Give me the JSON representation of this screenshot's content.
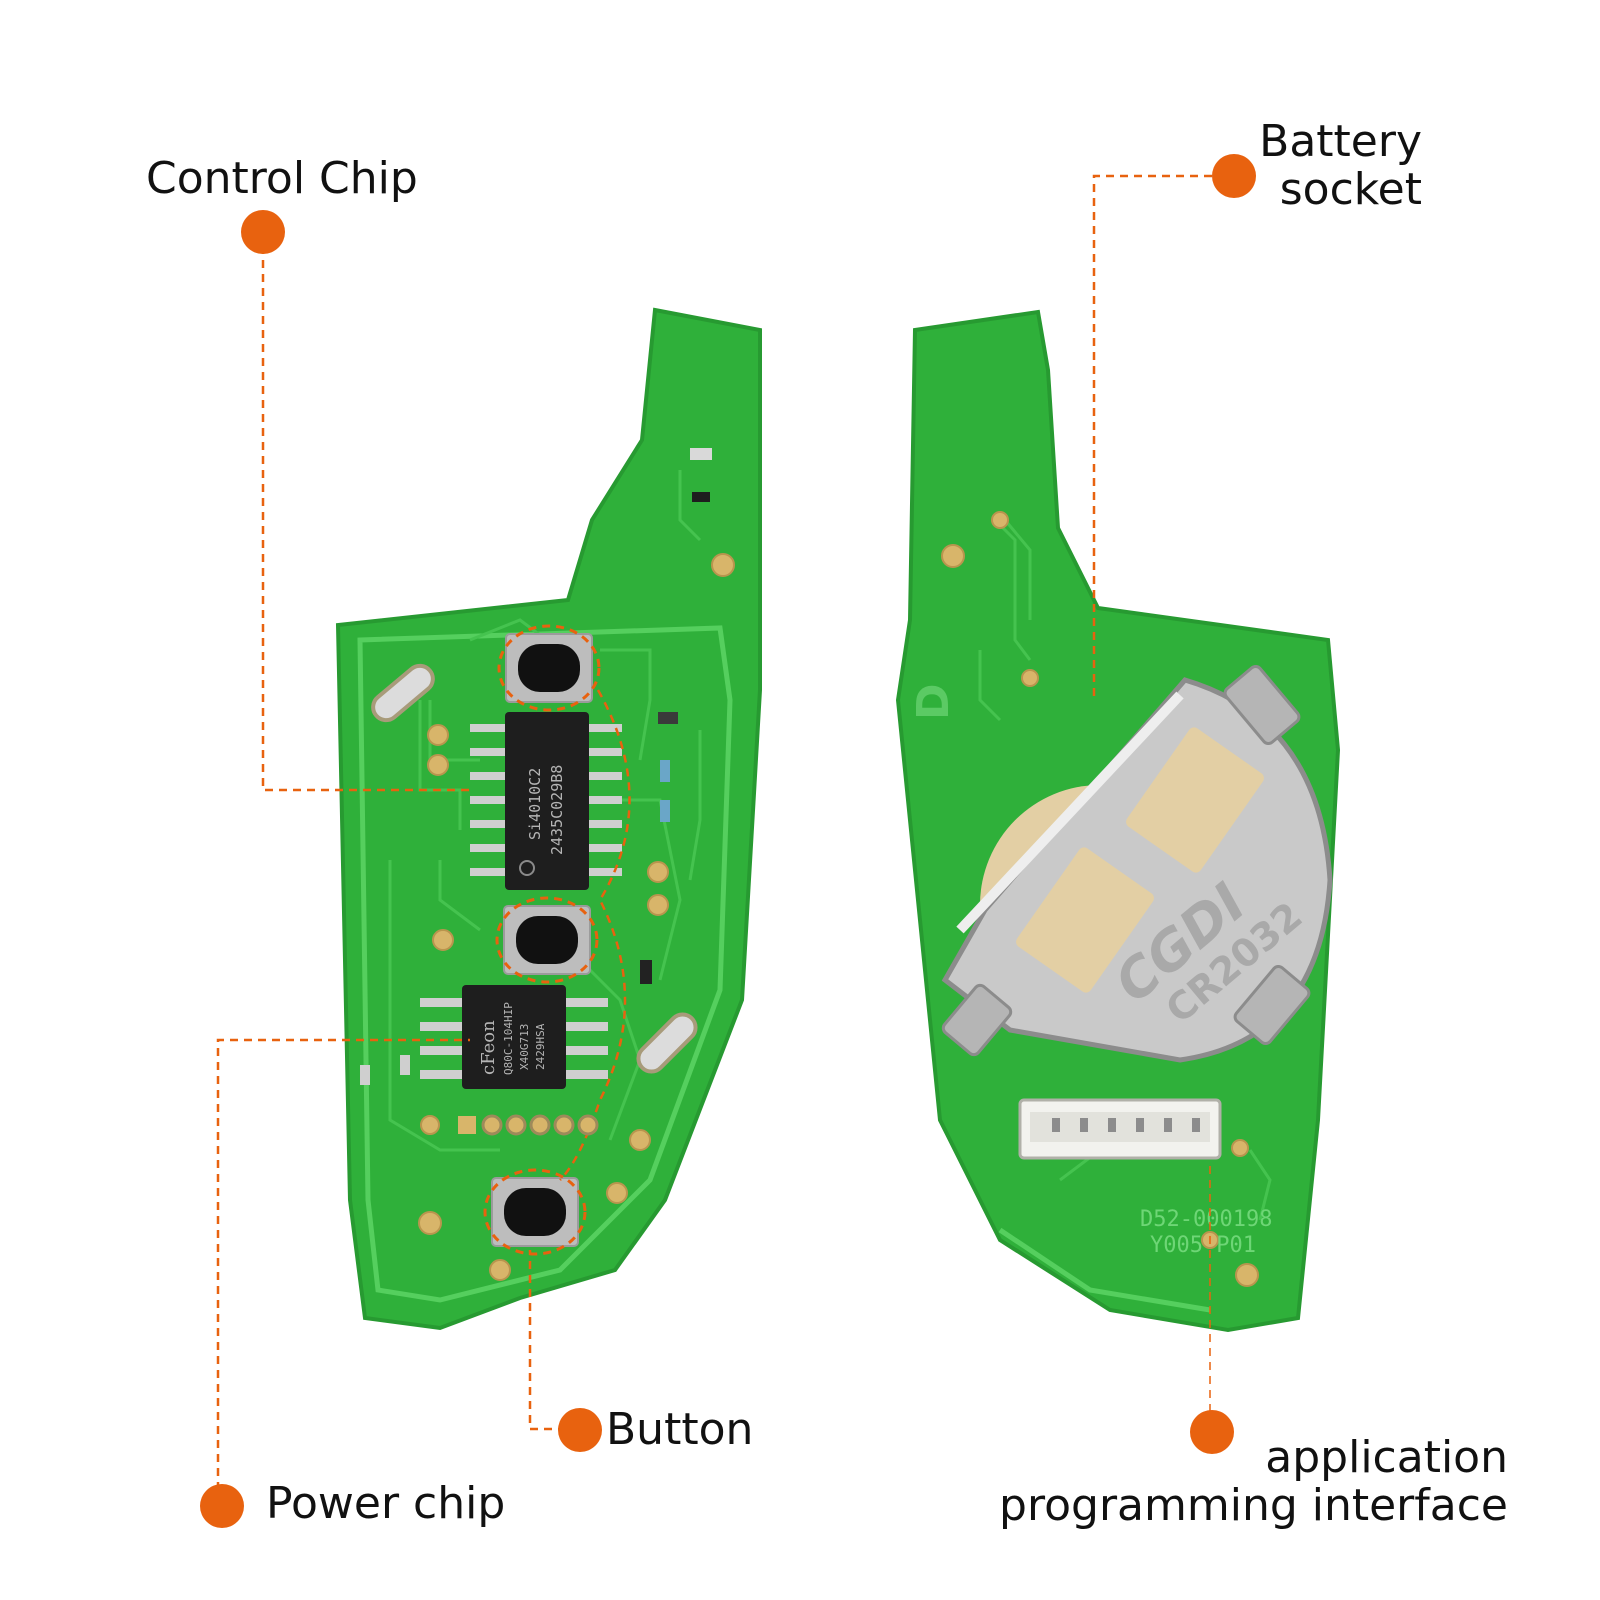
{
  "colors": {
    "accent": "#e8620f",
    "pcb_green": "#2fb03a",
    "pcb_trace": "#3fc24a",
    "gold": "#d8b56a",
    "chip": "#1e1e1e",
    "metal": "#c9c9c9"
  },
  "callouts": {
    "control_chip": "Control Chip",
    "battery_socket_line1": "Battery",
    "battery_socket_line2": "socket",
    "power_chip": "Power chip",
    "button": "Button",
    "api_line1": "application",
    "api_line2": "programming interface"
  },
  "chip_markings": {
    "control_chip_line1": "Si4010C2",
    "control_chip_line2": "2435C029B8",
    "power_chip_line1": "cFeon",
    "power_chip_line2": "Q80C-104HIP",
    "power_chip_line3": "X40G713",
    "power_chip_line4": "2429HSA"
  },
  "board_markings": {
    "battery_brand": "CGDI",
    "battery_model": "CR2032",
    "board_code_line1": "D52-000198",
    "board_code_line2": "Y005 P01"
  },
  "icons": {
    "callout_dot": "orange-dot-icon",
    "leader_line": "dashed-leader-line"
  }
}
